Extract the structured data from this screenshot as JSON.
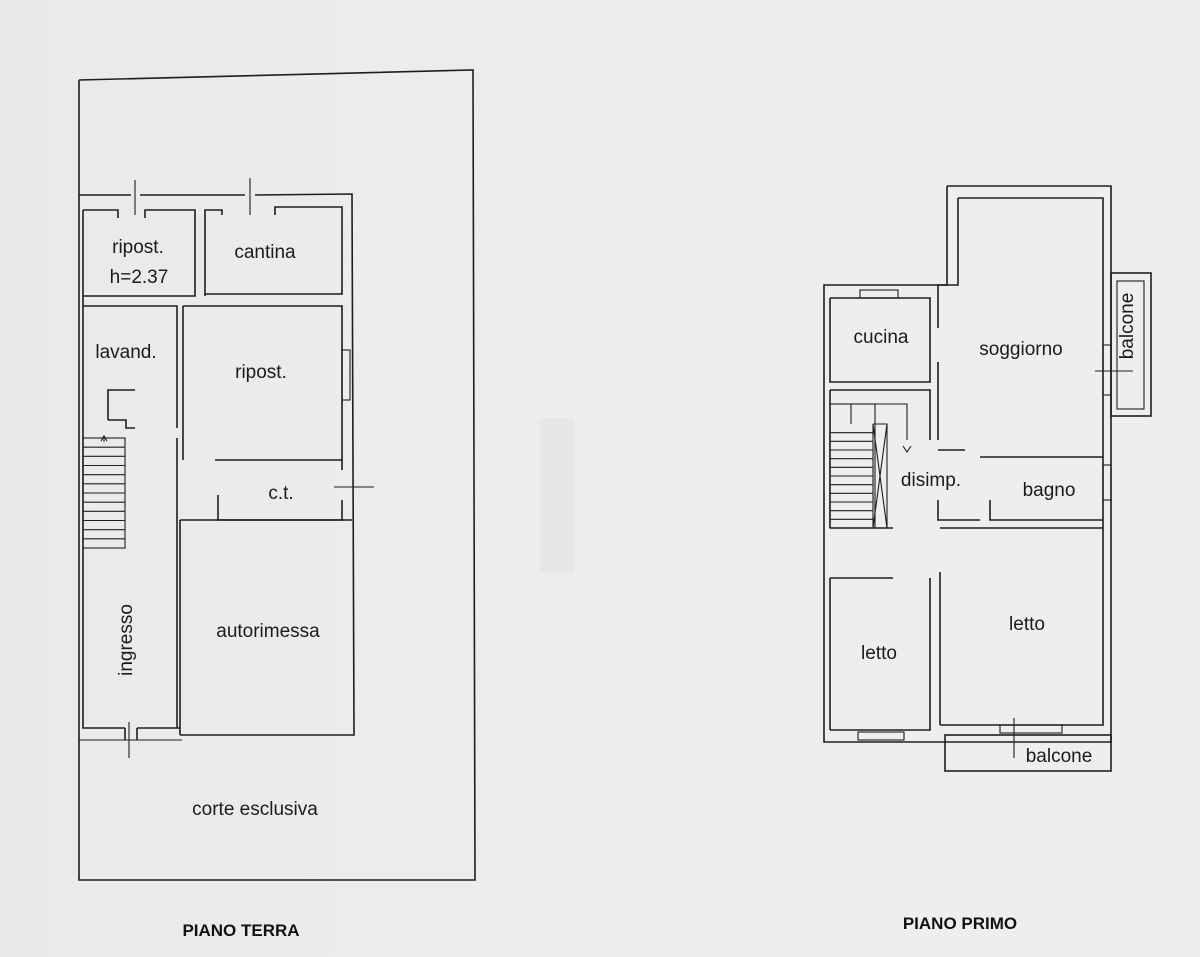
{
  "ground_floor": {
    "title": "PIANO TERRA",
    "rooms": {
      "ripost_1": "ripost.",
      "height_note": "h=2.37",
      "cantina": "cantina",
      "lavand": "lavand.",
      "ripost_2": "ripost.",
      "ct": "c.t.",
      "ingresso": "ingresso",
      "autorimessa": "autorimessa",
      "corte": "corte esclusiva"
    }
  },
  "first_floor": {
    "title": "PIANO PRIMO",
    "rooms": {
      "cucina": "cucina",
      "soggiorno": "soggiorno",
      "balcone_east": "balcone",
      "disimp": "disimp.",
      "bagno": "bagno",
      "letto_left": "letto",
      "letto_right": "letto",
      "balcone_south": "balcone"
    }
  }
}
